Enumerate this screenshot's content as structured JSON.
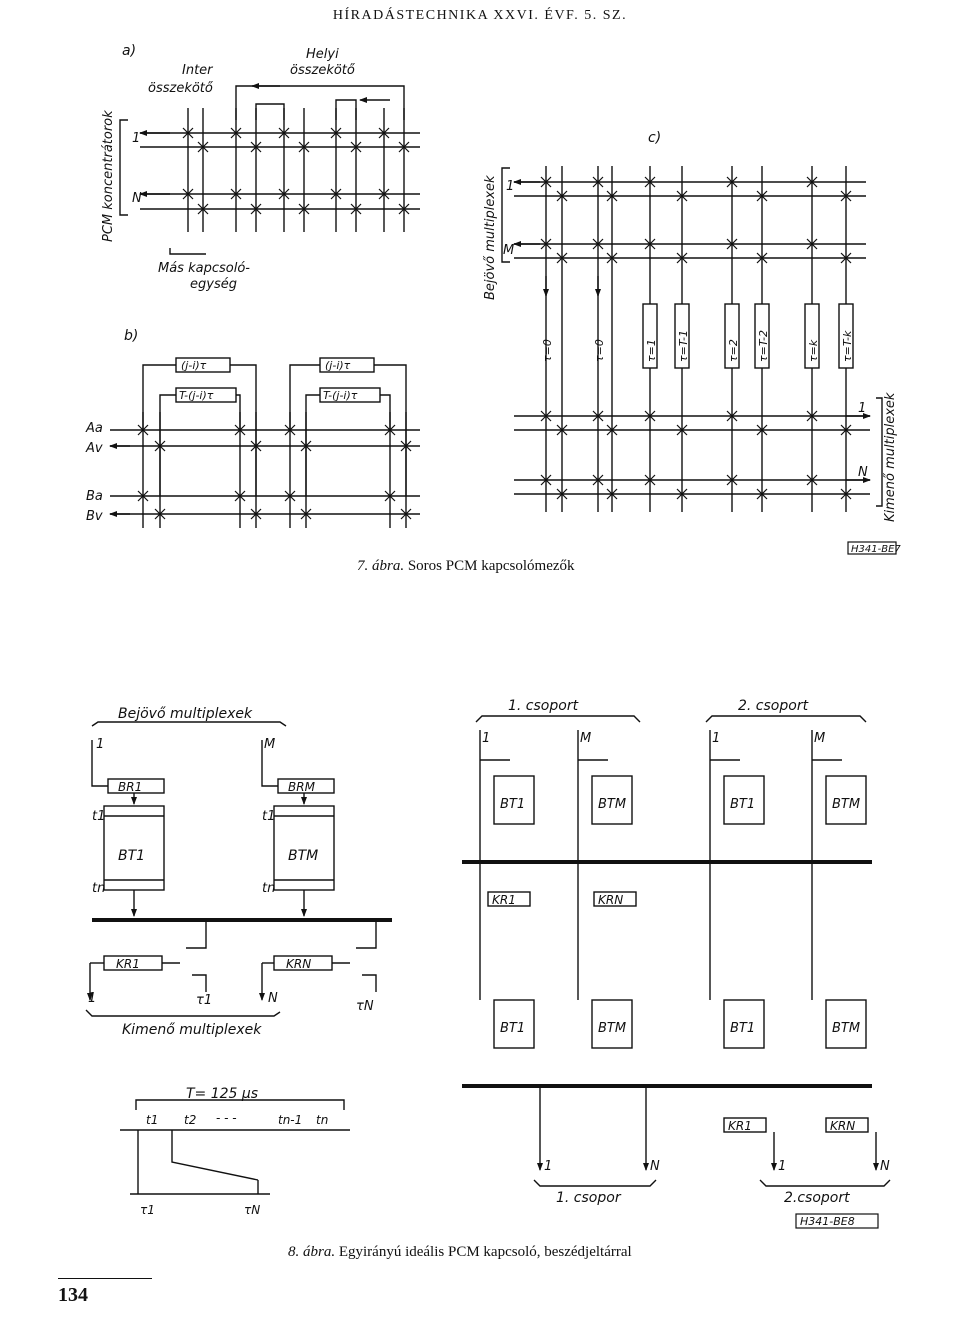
{
  "header": "HÍRADÁSTECHNIKA XXVI. ÉVF. 5. SZ.",
  "page_number": "134",
  "figure7": {
    "caption_num": "7. ábra.",
    "caption_text": "Soros PCM kapcsolómezők",
    "code": "H341-BE7",
    "a": {
      "label": "a)",
      "concentrators": "PCM koncentrátorok",
      "row_first": "1",
      "row_last": "N",
      "inter_line1": "Inter",
      "inter_line2": "összekötő",
      "local_line1": "Helyi",
      "local_line2": "összekötő",
      "other_line1": "Más kapcsoló-",
      "other_line2": "egység"
    },
    "b": {
      "label": "b)",
      "box_top1": "(j-i)τ",
      "box_bot1": "T-(j-i)τ",
      "box_top2": "(j-i)τ",
      "box_bot2": "T-(j-i)τ",
      "rows": [
        "Aa",
        "Av",
        "Ba",
        "Bv"
      ]
    },
    "c": {
      "label": "c)",
      "incoming": "Bejövő multiplexek",
      "outgoing": "Kimenő multiplexek",
      "in_first": "1",
      "in_last": "M",
      "out_first": "1",
      "out_last": "N",
      "delays": [
        "τ=0",
        "τ=0",
        "τ=1",
        "τ=T-1",
        "τ=2",
        "τ=T-2",
        "τ=k",
        "τ=T-k"
      ]
    }
  },
  "figure8": {
    "caption_num": "8. ábra.",
    "caption_text": "Egyirányú ideális PCM kapcsoló, beszédjeltárral",
    "code": "H341-BE8",
    "left": {
      "incoming": "Bejövő multiplexek",
      "in_first": "1",
      "in_last": "M",
      "br1": "BR1",
      "brm": "BRM",
      "bt1": "BT1",
      "btm": "BTM",
      "t1": "t1",
      "tn": "tn",
      "kr1": "KR1",
      "krn": "KRN",
      "out_first": "1",
      "out_last": "N",
      "tau1": "τ1",
      "taun": "τN",
      "outgoing": "Kimenő multiplexek"
    },
    "timing": {
      "period": "T= 125 µs",
      "slots": [
        "t1",
        "t2",
        "- - -",
        "tn-1",
        "tn"
      ],
      "tau1": "τ1",
      "taun": "τN"
    },
    "right": {
      "group1": "1. csoport",
      "group2": "2. csoport",
      "in_labels": [
        "1",
        "M",
        "1",
        "M"
      ],
      "bt_top": [
        "BT1",
        "BTM",
        "BT1",
        "BTM"
      ],
      "kr_mid": [
        "KR1",
        "KRN"
      ],
      "bt_bottom": [
        "BT1",
        "BTM",
        "BT1",
        "BTM"
      ],
      "kr_bottom": [
        "KR1",
        "KRN"
      ],
      "out_labels": [
        "1",
        "N",
        "1",
        "N"
      ],
      "group1_bottom": "1. csopor",
      "group2_bottom": "2.csoport"
    }
  }
}
